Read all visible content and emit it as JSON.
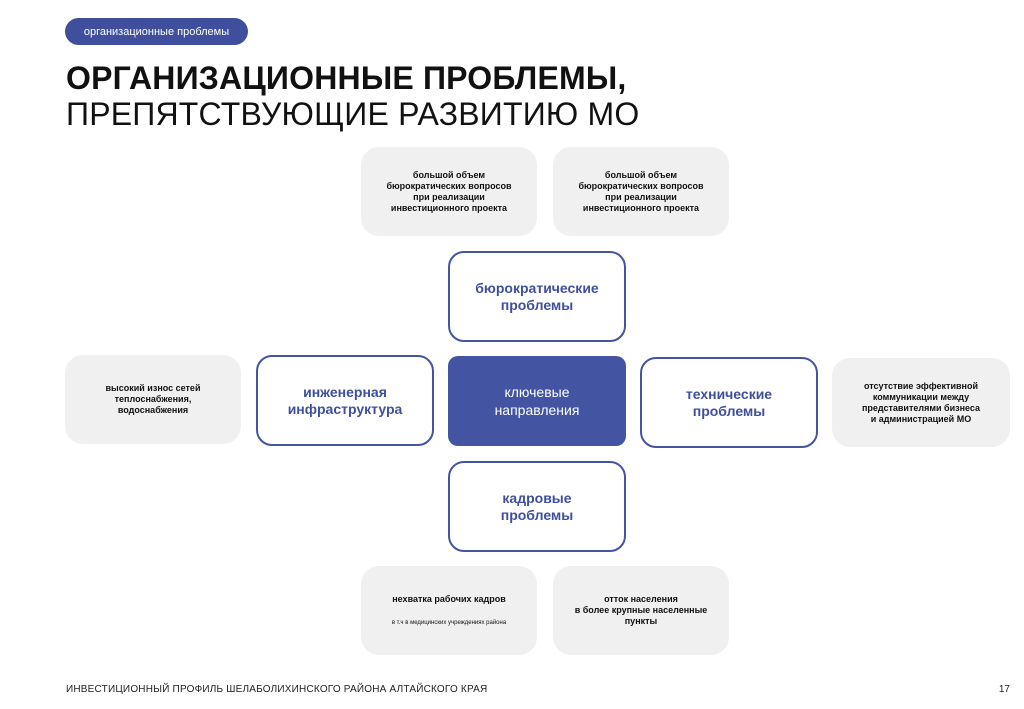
{
  "badge": "организационные проблемы",
  "title": {
    "line1": "ОРГАНИЗАЦИОННЫЕ ПРОБЛЕМЫ,",
    "line2": "ПРЕПЯТСТВУЮЩИЕ РАЗВИТИЮ МО"
  },
  "diagram": {
    "center": "ключевые\nнаправления",
    "top": "бюрократические\nпроблемы",
    "left": "инженерная\nинфраструктура",
    "right": "технические\nпроблемы",
    "bottom": "кадровые\nпроблемы",
    "details": {
      "top_left": "большой объем\nбюрократических вопросов\nпри реализации\nинвестиционного проекта",
      "top_right": "большой объем\nбюрократических вопросов\nпри реализации\nинвестиционного проекта",
      "left": "высокий износ сетей\nтеплоснабжения,\nводоснабжения",
      "right": "отсутствие эффективной\nкоммуникации между\nпредставителями бизнеса\nи администрацией МО",
      "bottom_left_main": "нехватка рабочих кадров",
      "bottom_left_sub": "в т.ч в медицинских учреждениях района",
      "bottom_right": "отток населения\nв более крупные населенные\nпункты"
    }
  },
  "footer": {
    "text": "ИНВЕСТИЦИОННЫЙ ПРОФИЛЬ ШЕЛАБОЛИХИНСКОГО РАЙОНА АЛТАЙСКОГО КРАЯ",
    "page": "17"
  }
}
